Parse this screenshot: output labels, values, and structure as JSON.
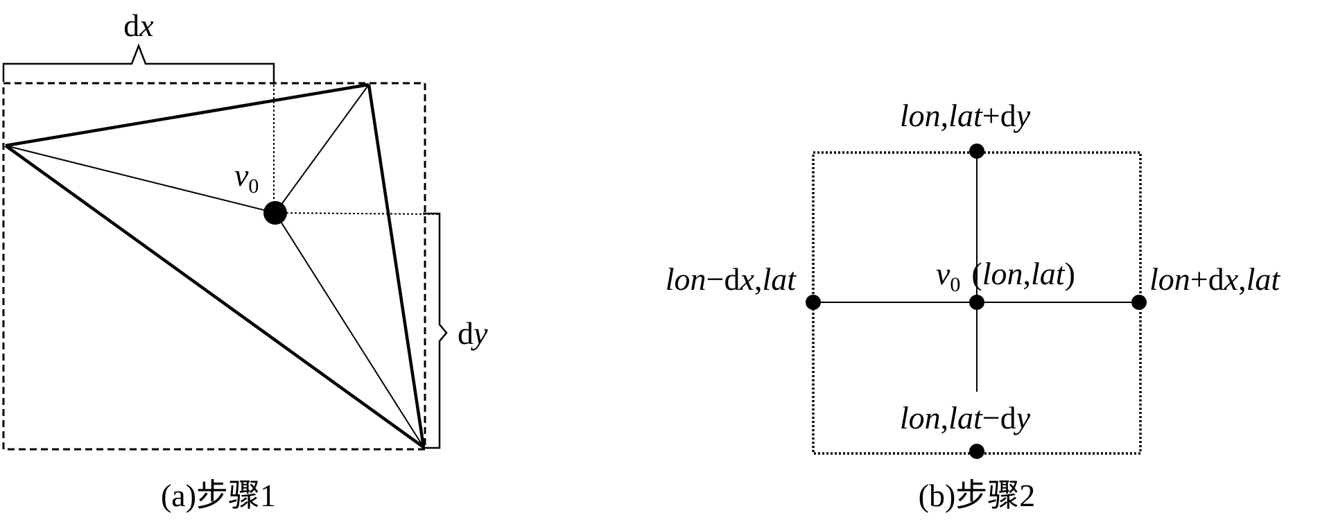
{
  "panel_a": {
    "dx_label": {
      "d": "d",
      "x": "x"
    },
    "dy_label": {
      "d": "d",
      "y": "y"
    },
    "v0_label": {
      "v": "v",
      "sub": "0"
    },
    "caption": "(a)步骤1"
  },
  "panel_b": {
    "top_label": {
      "lon": "lon",
      "comma": ",",
      "lat": "lat",
      "op": "+",
      "d": "d",
      "var": "y"
    },
    "left_label": {
      "lon": "lon",
      "op": "−",
      "d": "d",
      "var": "x",
      "comma": ",",
      "lat": "lat"
    },
    "right_label": {
      "lon": "lon",
      "op": "+",
      "d": "d",
      "var": "x",
      "comma": ",",
      "lat": "lat"
    },
    "bottom_label": {
      "lon": "lon",
      "comma": ",",
      "lat": "lat",
      "op": "−",
      "d": "d",
      "var": "y"
    },
    "center_label": {
      "v": "v",
      "sub": "0",
      "open": "(",
      "lon": "lon",
      "comma": ",",
      "lat": "lat",
      "close": ")"
    },
    "caption": "(b)步骤2"
  },
  "colors": {
    "ink": "#000000",
    "background": "#ffffff"
  }
}
